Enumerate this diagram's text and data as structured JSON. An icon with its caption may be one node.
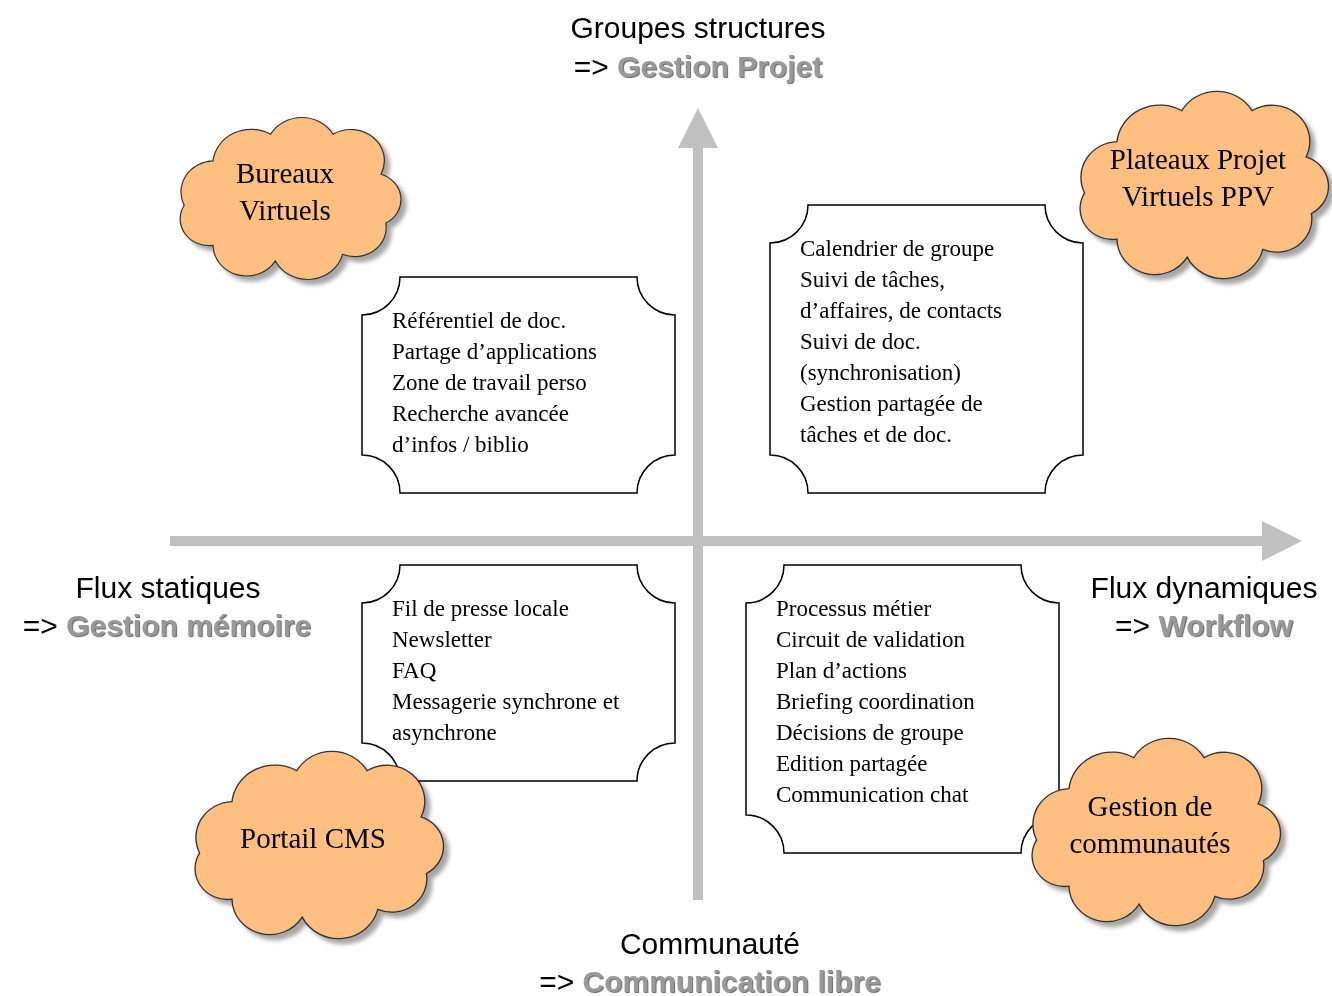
{
  "diagram": {
    "nodes": [
      {
        "text": [
          "Plateaux Projet Virtuels PPV"
        ]
      },
      {
        "text": [
          "Bureaux Virtuels"
        ]
      },
      {
        "text": [
          "Calendrier de groupe",
          "Suivi de tâches, d’affaires, de contacts",
          "Suivi de doc. (synchronisation)",
          "Gestion partagée de tâches et de doc."
        ]
      },
      {
        "text": [
          "Référentiel de doc.",
          "Partage d’applications",
          "Zone de travail perso",
          "Recherche avancée d’infos / biblio"
        ]
      },
      {
        "text": [
          "Fil de presse locale",
          "Newsletter",
          "FAQ",
          "Messagerie synchrone et asynchrone"
        ]
      },
      {
        "text": [
          "Processus métier",
          "Circuit de validation",
          "Plan d’actions",
          "Briefing coordination",
          "Décisions de groupe",
          "Edition partagée",
          "Communication chat"
        ]
      },
      {
        "text": [
          "Gestion de communautés"
        ]
      },
      {
        "text": [
          "Portail CMS"
        ]
      }
    ],
    "labels": [
      "Groupes structures",
      "=> **Gestion Projet**",
      "Flux statiques",
      "=> **Gestion mémoire**",
      "Flux dynamiques",
      "=> **Workflow**",
      "Communauté",
      "=> **Communication libre**"
    ]
  }
}
